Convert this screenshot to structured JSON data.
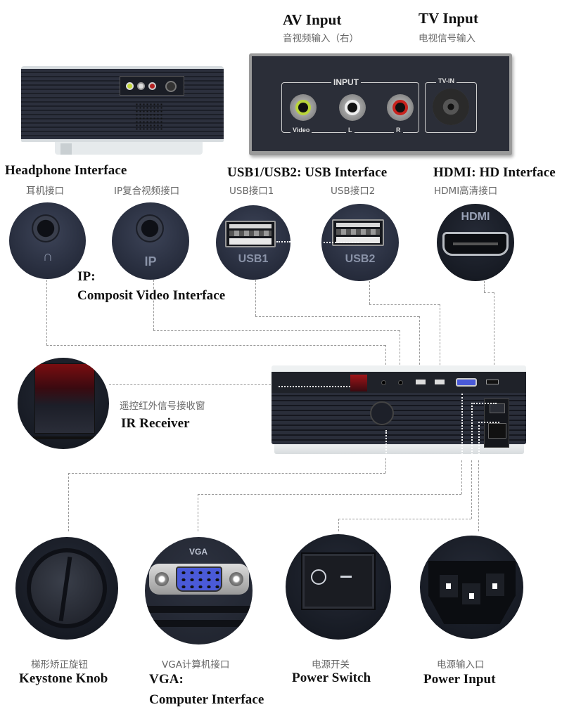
{
  "av_input": {
    "title": "AV Input",
    "subtitle": "音视频输入（右）"
  },
  "tv_input": {
    "title": "TV Input",
    "subtitle": "电视信号输入"
  },
  "av_panel": {
    "group_label": "INPUT",
    "jack_labels": [
      "Video",
      "L",
      "R"
    ],
    "tv_label": "TV-IN",
    "jack_colors": [
      "#b9d53a",
      "#e8e8e8",
      "#c8231e"
    ]
  },
  "headphone": {
    "title": "Headphone Interface",
    "subtitle": "耳机接口",
    "glyph": "∩"
  },
  "ip": {
    "title_line1": "IP:",
    "title_line2": "Composit Video Interface",
    "subtitle": "IP复合视频接口",
    "glyph": "IP"
  },
  "usb": {
    "title": "USB1/USB2: USB Interface",
    "usb1_subtitle": "USB接口1",
    "usb2_subtitle": "USB接口2",
    "usb1_glyph": "USB1",
    "usb2_glyph": "USB2"
  },
  "hdmi": {
    "title": "HDMI: HD Interface",
    "subtitle": "HDMI高清接口",
    "glyph": "HDMI"
  },
  "ir": {
    "title": "IR Receiver",
    "subtitle": "遥控红外信号接收窗"
  },
  "keystone": {
    "title": "Keystone Knob",
    "subtitle": "梯形矫正旋钮"
  },
  "vga": {
    "title_line1": "VGA:",
    "title_line2": "Computer Interface",
    "subtitle": "VGA计算机接口",
    "glyph": "VGA"
  },
  "power_switch": {
    "title": "Power Switch",
    "subtitle": "电源开关",
    "glyph_off": "O",
    "glyph_on": "–"
  },
  "power_input": {
    "title": "Power Input",
    "subtitle": "电源输入口"
  },
  "colors": {
    "panel_dark": "#2b3142",
    "vga_blue": "#4a5ad8",
    "ir_red": "#7a0d10",
    "dash_line": "#999999"
  }
}
